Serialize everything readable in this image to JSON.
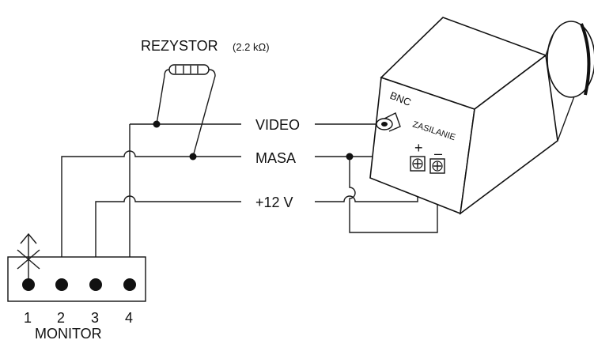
{
  "resistor": {
    "label": "REZYSTOR",
    "value": "(2.2 kΩ)"
  },
  "signals": {
    "video": "VIDEO",
    "masa": "MASA",
    "power": "+12 V"
  },
  "camera": {
    "bnc": "BNC",
    "zasilanie": "ZASILANIE",
    "plus": "+",
    "minus": "–"
  },
  "monitor": {
    "label": "MONITOR",
    "pins": [
      "1",
      "2",
      "3",
      "4"
    ]
  }
}
